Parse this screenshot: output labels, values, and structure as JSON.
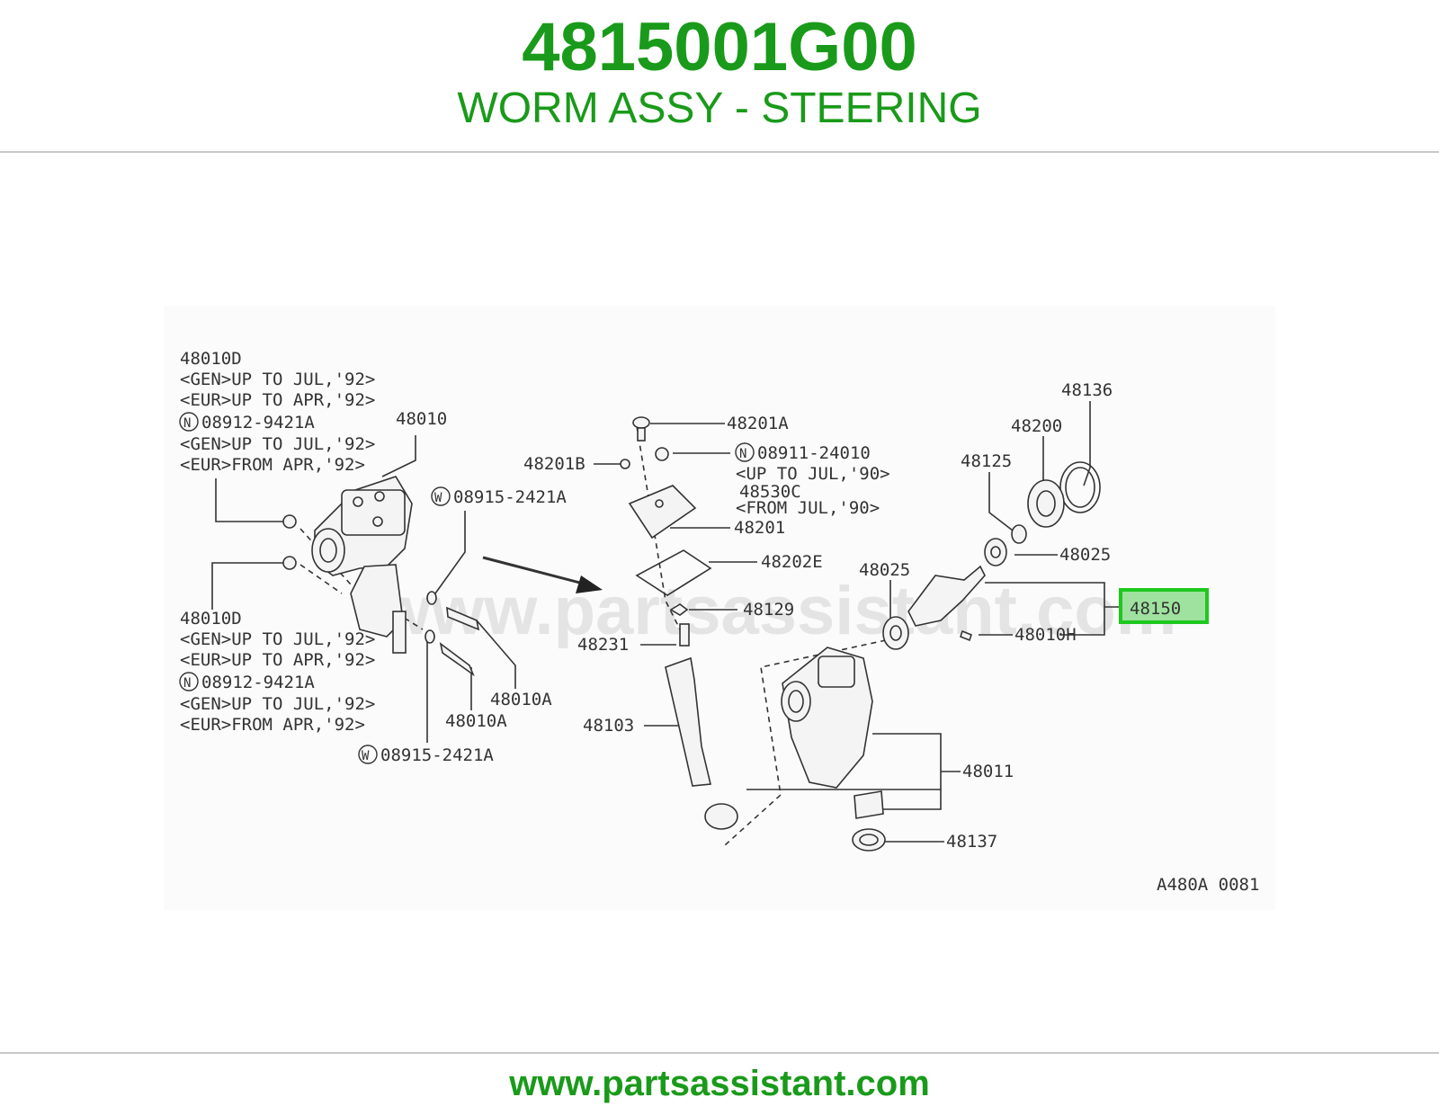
{
  "header": {
    "part_number": "4815001G00",
    "part_name": "WORM ASSY - STEERING"
  },
  "footer": {
    "url": "www.partsassistant.com"
  },
  "diagram": {
    "watermark": "www.partsassistant.com",
    "code": "A480A 0081",
    "highlighted_callout": "48150",
    "labels": {
      "l48010d_top": "48010D",
      "top_gen": "<GEN>UP TO JUL,'92>",
      "top_eur": "<EUR>UP TO APR,'92>",
      "top_n_part": "08912-9421A",
      "top_n_gen": "<GEN>UP TO JUL,'92>",
      "top_n_eur": "<EUR>FROM APR,'92>",
      "l48010": "48010",
      "w_top": "08915-2421A",
      "l48010d_bot": "48010D",
      "bot_gen": "<GEN>UP TO JUL,'92>",
      "bot_eur": "<EUR>UP TO APR,'92>",
      "bot_n_part": "08912-9421A",
      "bot_n_gen": "<GEN>UP TO JUL,'92>",
      "bot_n_eur": "<EUR>FROM APR,'92>",
      "w_bot": "08915-2421A",
      "l48010a_1": "48010A",
      "l48010a_2": "48010A",
      "l48201a": "48201A",
      "l48201b": "48201B",
      "n_mid": "08911-24010",
      "mid_upto": "<UP TO JUL,'90>",
      "l48530c": "48530C",
      "mid_from": "<FROM JUL,'90>",
      "l48201": "48201",
      "l48202e": "48202E",
      "l48129": "48129",
      "l48231": "48231",
      "l48103": "48103",
      "l48136": "48136",
      "l48200": "48200",
      "l48125": "48125",
      "l48025_r": "48025",
      "l48025_l": "48025",
      "l48010h": "48010H",
      "l48011": "48011",
      "l48137": "48137",
      "circle_n": "N",
      "circle_w": "W"
    }
  },
  "colors": {
    "brand_green": "#1a9a1a",
    "highlight_fill": "#9fe29f",
    "highlight_border": "#1ec81e"
  }
}
